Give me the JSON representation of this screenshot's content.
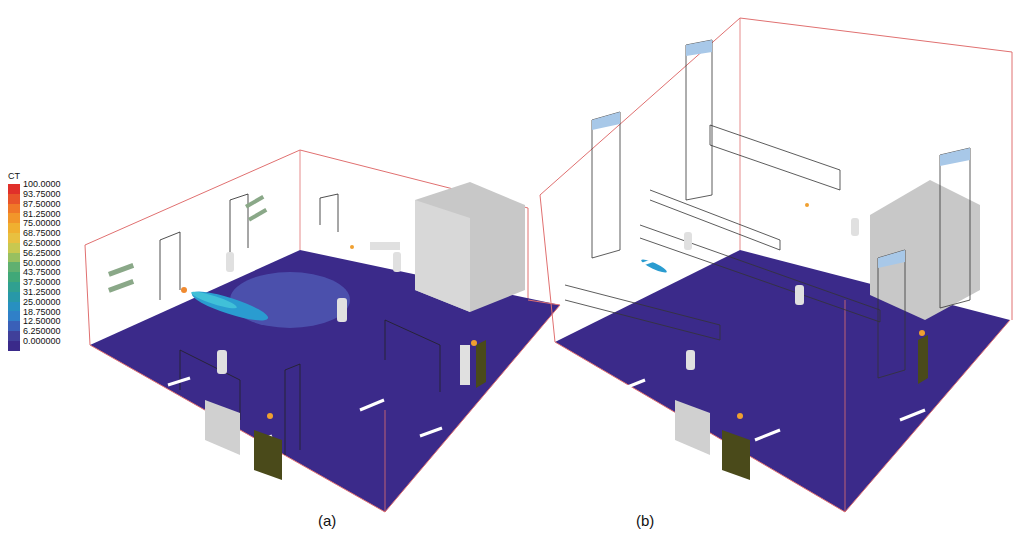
{
  "diagram": {
    "labels": [
      "CT",
      "(a)",
      "(b)"
    ],
    "legend": [
      {
        "text": "100.0000",
        "color": "#e0302a"
      },
      {
        "text": "93.75000",
        "color": "#e8542a"
      },
      {
        "text": "87.50000",
        "color": "#f07828"
      },
      {
        "text": "81.25000",
        "color": "#f2962a"
      },
      {
        "text": "75.00000",
        "color": "#f0b030"
      },
      {
        "text": "68.75000",
        "color": "#e8c040"
      },
      {
        "text": "62.50000",
        "color": "#c8c850"
      },
      {
        "text": "56.25000",
        "color": "#98c060"
      },
      {
        "text": "50.00000",
        "color": "#60b070"
      },
      {
        "text": "43.75000",
        "color": "#40a878"
      },
      {
        "text": "37.50000",
        "color": "#30a090"
      },
      {
        "text": "31.25000",
        "color": "#2898a8"
      },
      {
        "text": "25.00000",
        "color": "#2890c0"
      },
      {
        "text": "18.75000",
        "color": "#3080c8"
      },
      {
        "text": "12.50000",
        "color": "#3a60b8"
      },
      {
        "text": "6.250000",
        "color": "#40409a"
      },
      {
        "text": "0.000000",
        "color": "#3a2a8a"
      }
    ]
  }
}
